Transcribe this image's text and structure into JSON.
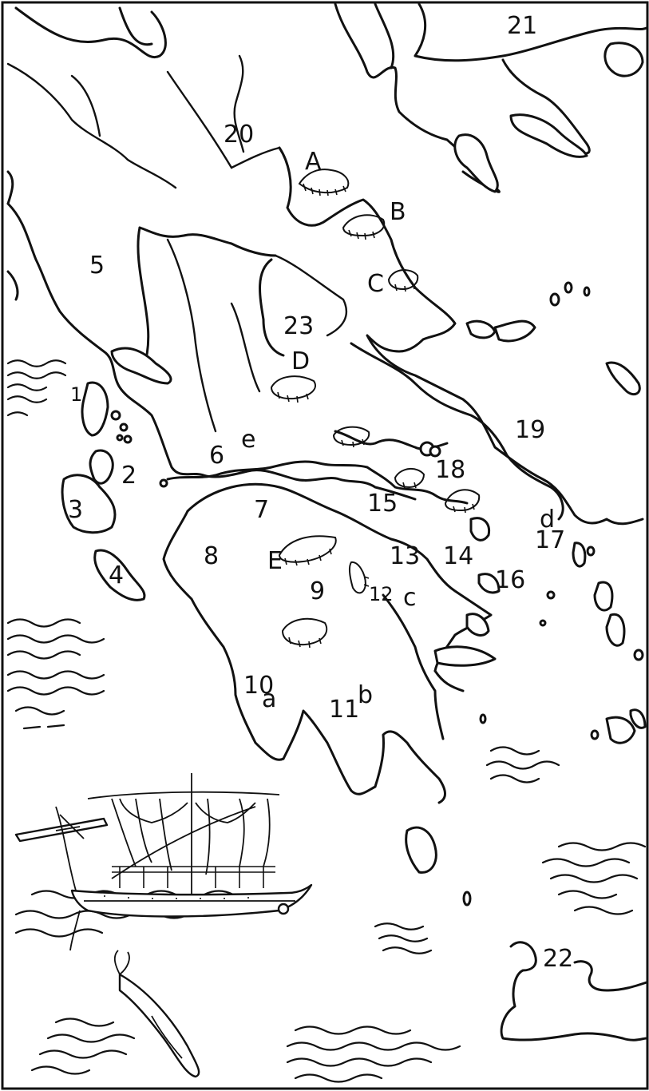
{
  "map": {
    "region_labels": [
      {
        "id": "21",
        "text": "21"
      },
      {
        "id": "20",
        "text": "20"
      },
      {
        "id": "5",
        "text": "5"
      },
      {
        "id": "23",
        "text": "23"
      },
      {
        "id": "19",
        "text": "19"
      },
      {
        "id": "1",
        "text": "1"
      },
      {
        "id": "2",
        "text": "2"
      },
      {
        "id": "3",
        "text": "3"
      },
      {
        "id": "4",
        "text": "4"
      },
      {
        "id": "6",
        "text": "6"
      },
      {
        "id": "7",
        "text": "7"
      },
      {
        "id": "8",
        "text": "8"
      },
      {
        "id": "9",
        "text": "9"
      },
      {
        "id": "10",
        "text": "10"
      },
      {
        "id": "11",
        "text": "11"
      },
      {
        "id": "12",
        "text": "12"
      },
      {
        "id": "13",
        "text": "13"
      },
      {
        "id": "14",
        "text": "14"
      },
      {
        "id": "15",
        "text": "15"
      },
      {
        "id": "16",
        "text": "16"
      },
      {
        "id": "17",
        "text": "17"
      },
      {
        "id": "18",
        "text": "18"
      },
      {
        "id": "22",
        "text": "22"
      }
    ],
    "mountain_labels": [
      {
        "id": "A",
        "text": "A"
      },
      {
        "id": "B",
        "text": "B"
      },
      {
        "id": "C",
        "text": "C"
      },
      {
        "id": "D",
        "text": "D"
      },
      {
        "id": "E",
        "text": "E"
      }
    ],
    "city_labels": [
      {
        "id": "a",
        "text": "a"
      },
      {
        "id": "b",
        "text": "b"
      },
      {
        "id": "c",
        "text": "c"
      },
      {
        "id": "d",
        "text": "d"
      },
      {
        "id": "e",
        "text": "e"
      }
    ],
    "icons": [
      "ship-icon",
      "dolphin-icon",
      "sea-waves-icon",
      "mountain-icon"
    ]
  }
}
